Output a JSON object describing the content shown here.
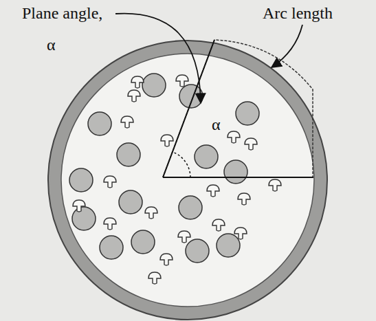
{
  "diagram": {
    "labels": [
      "Plane angle,",
      "α",
      "Arc length",
      "α"
    ]
  }
}
